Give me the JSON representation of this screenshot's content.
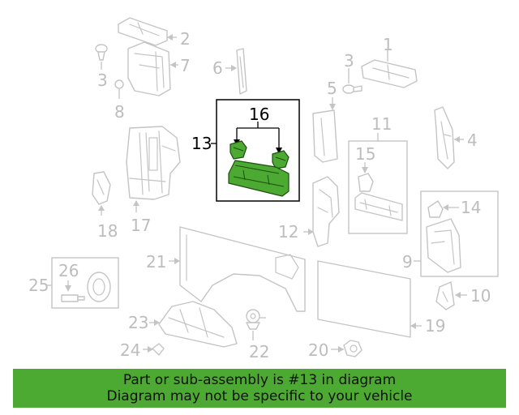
{
  "callouts": {
    "c1": "1",
    "c2": "2",
    "c3a": "3",
    "c3b": "3",
    "c4": "4",
    "c5": "5",
    "c6": "6",
    "c7": "7",
    "c8": "8",
    "c9": "9",
    "c10": "10",
    "c11": "11",
    "c12": "12",
    "c13": "13",
    "c14": "14",
    "c15": "15",
    "c16": "16",
    "c17": "17",
    "c18": "18",
    "c19": "19",
    "c20": "20",
    "c21": "21",
    "c22": "22",
    "c23": "23",
    "c24": "24",
    "c25": "25",
    "c26": "26"
  },
  "highlighted_part": "13",
  "colors": {
    "highlight": "#4caa32",
    "line": "#c4c4c4",
    "label": "#bdbdbd"
  },
  "footer": {
    "line1": "Part or sub-assembly is #13 in diagram",
    "line2": "Diagram may not be specific to your vehicle"
  }
}
